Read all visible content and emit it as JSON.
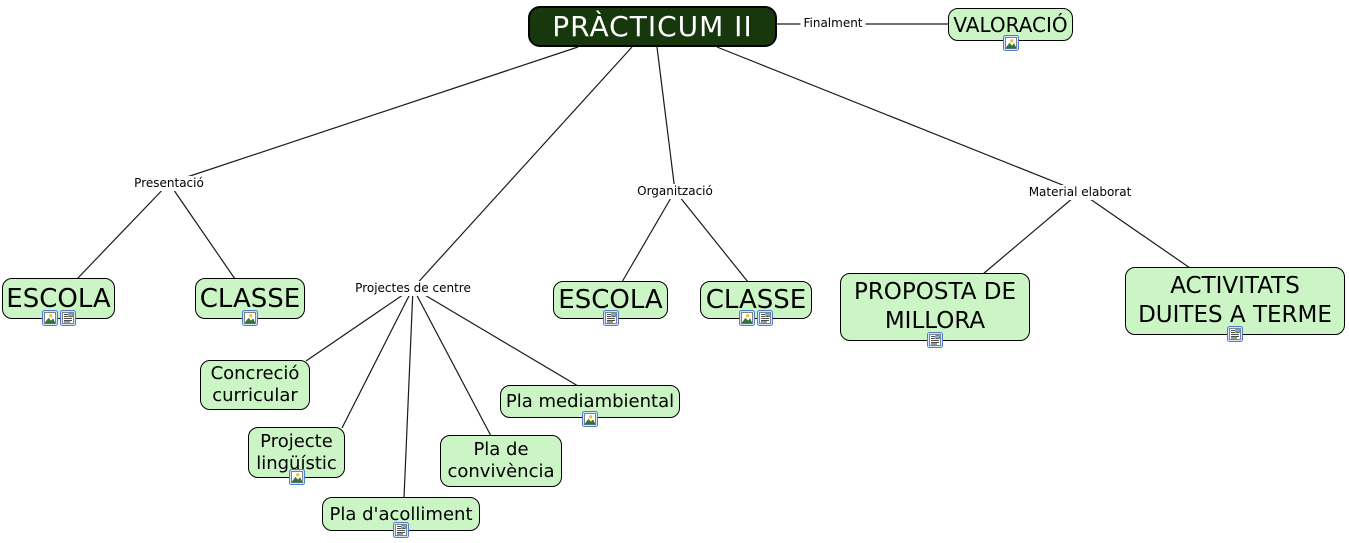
{
  "map": {
    "root": {
      "label": "PRÀCTICUM II"
    },
    "linking_phrases": {
      "presentacio": "Presentació",
      "projectes": "Projectes de centre",
      "organitzacio": "Organització",
      "material": "Material elaborat",
      "finalment": "Finalment"
    },
    "concepts": {
      "valoracio": {
        "label": "VALORACIÓ",
        "icons": [
          "image-icon"
        ]
      },
      "escola_presentacio": {
        "label": "ESCOLA",
        "icons": [
          "image-icon",
          "document-icon"
        ]
      },
      "classe_presentacio": {
        "label": "CLASSE",
        "icons": [
          "image-icon"
        ]
      },
      "concrecio": {
        "label": "Concreció\ncurricular",
        "icons": []
      },
      "projecte_linguistic": {
        "label": "Projecte\nlingüístic",
        "icons": [
          "image-icon"
        ]
      },
      "pla_acolliment": {
        "label": "Pla d'acolliment",
        "icons": [
          "document-icon"
        ]
      },
      "pla_convivencia": {
        "label": "Pla de\nconvivència",
        "icons": []
      },
      "pla_mediambiental": {
        "label": "Pla mediambiental",
        "icons": [
          "image-icon"
        ]
      },
      "escola_organitzacio": {
        "label": "ESCOLA",
        "icons": [
          "document-icon"
        ]
      },
      "classe_organitzacio": {
        "label": "CLASSE",
        "icons": [
          "image-icon",
          "document-icon"
        ]
      },
      "proposta_millora": {
        "label": "PROPOSTA DE\nMILLORA",
        "icons": [
          "document-icon"
        ]
      },
      "activitats": {
        "label": "ACTIVITATS\nDUITES A TERME",
        "icons": [
          "document-icon"
        ]
      }
    },
    "links": [
      {
        "from": "PRÀCTICUM II",
        "phrase": "Presentació",
        "to": [
          "ESCOLA",
          "CLASSE"
        ]
      },
      {
        "from": "PRÀCTICUM II",
        "phrase": "Projectes de centre",
        "to": [
          "Concreció curricular",
          "Projecte lingüístic",
          "Pla d'acolliment",
          "Pla de convivència",
          "Pla mediambiental"
        ]
      },
      {
        "from": "PRÀCTICUM II",
        "phrase": "Organització",
        "to": [
          "ESCOLA",
          "CLASSE"
        ]
      },
      {
        "from": "PRÀCTICUM II",
        "phrase": "Material elaborat",
        "to": [
          "PROPOSTA DE MILLORA",
          "ACTIVITATS DUITES A TERME"
        ]
      },
      {
        "from": "PRÀCTICUM II",
        "phrase": "Finalment",
        "to": [
          "VALORACIÓ"
        ]
      }
    ],
    "colors": {
      "root_box_bg": "#16380c",
      "root_box_text": "#ffffff",
      "concept_box_bg": "#ccf5c5",
      "box_border": "#000000",
      "line_color": "#1a1a1a",
      "resource_icon_border": "#4a7fd4",
      "resource_icon_bg": "#d6e4fb"
    }
  }
}
